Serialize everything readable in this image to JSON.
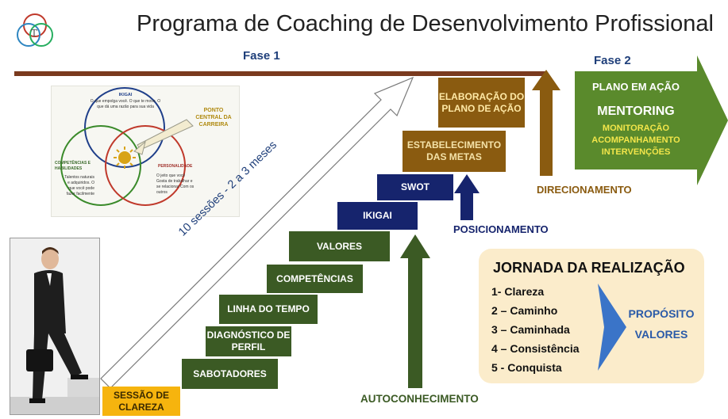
{
  "title": "Programa de Coaching de Desenvolvimento Profissional",
  "fase1": "Fase  1",
  "fase2": "Fase  2",
  "diagonal_label": "10 sessões  - 2 a 3 meses",
  "steps": {
    "sessao": "SESSÃO DE CLAREZA",
    "sabotadores": "SABOTADORES",
    "diagnostico": "DIAGNÓSTICO DE PERFIL",
    "linha": "LINHA DO TEMPO",
    "competencias": "COMPETÊNCIAS",
    "valores": "VALORES",
    "ikigai": "IKIGAI",
    "swot": "SWOT",
    "metas": "ESTABELECIMENTO DAS METAS",
    "elaboracao": "ELABORAÇÃO DO PLANO DE AÇÃO"
  },
  "labels": {
    "autoconhecimento": "AUTOCONHECIMENTO",
    "posicionamento": "POSICIONAMENTO",
    "direcionamento": "DIRECIONAMENTO"
  },
  "fase2_box": {
    "plano": "PLANO EM AÇÃO",
    "mentoring": "MENTORING",
    "line1": "MONITORAÇÃO",
    "line2": "ACOMPANHAMENTO",
    "line3": "INTERVENÇÕES"
  },
  "venn": {
    "ikigai_title": "IKIGAI",
    "ikigai_text": "O que empolga você. O que te move. O que dá uma razão para sua vida",
    "comp_title": "COMPETÊNCIAS E HABILIDADES",
    "comp_text": "Talentos naturais e adquiridos. O que você pode fazer facilmente",
    "pers_title": "PERSONALIDADE",
    "pers_text": "O jeito que você Gosta de trabalhar e se relacionar Com os outros",
    "ponto": "PONTO CENTRAL DA CARREIRA"
  },
  "jornada": {
    "title": "JORNADA DA REALIZAÇÃO",
    "items": [
      "1- Clareza",
      "2 – Caminho",
      "3 – Caminhada",
      "4 – Consistência",
      "5 - Conquista"
    ],
    "proposito": "PROPÓSITO",
    "valores": "VALORES"
  },
  "colors": {
    "green": "#3b5a24",
    "navy": "#16246d",
    "brown": "#8a5b10",
    "gold": "#f6b40e",
    "fase2_green": "#5a8a2c"
  }
}
